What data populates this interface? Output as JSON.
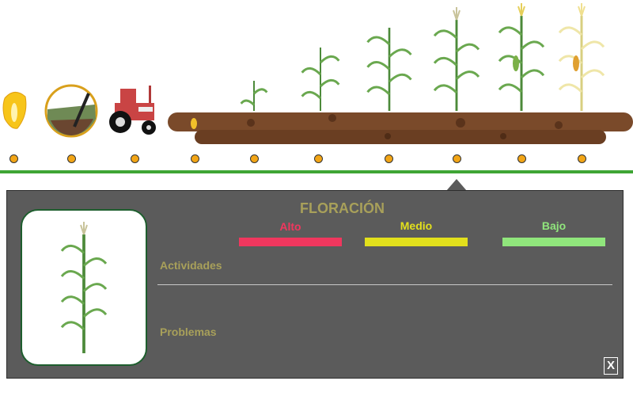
{
  "stages": [
    "semilla",
    "preparacion-suelo",
    "siembra-tractor",
    "germinacion",
    "emergencia",
    "v-vegetativo",
    "crecimiento",
    "floracion",
    "llenado-grano",
    "madurez"
  ],
  "panel": {
    "title": "FLORACIÓN",
    "levels": [
      {
        "label": "Alto",
        "color": "#f0375e"
      },
      {
        "label": "Medio",
        "color": "#e2e01c"
      },
      {
        "label": "Bajo",
        "color": "#90e67c"
      }
    ],
    "activities_label": "Actividades",
    "problems_label": "Problemas",
    "close_label": "X"
  },
  "colors": {
    "accent": "#a8a05a",
    "timeline": "#3fa535",
    "dot": "#f2a516",
    "soil": "#7a4a2a"
  }
}
